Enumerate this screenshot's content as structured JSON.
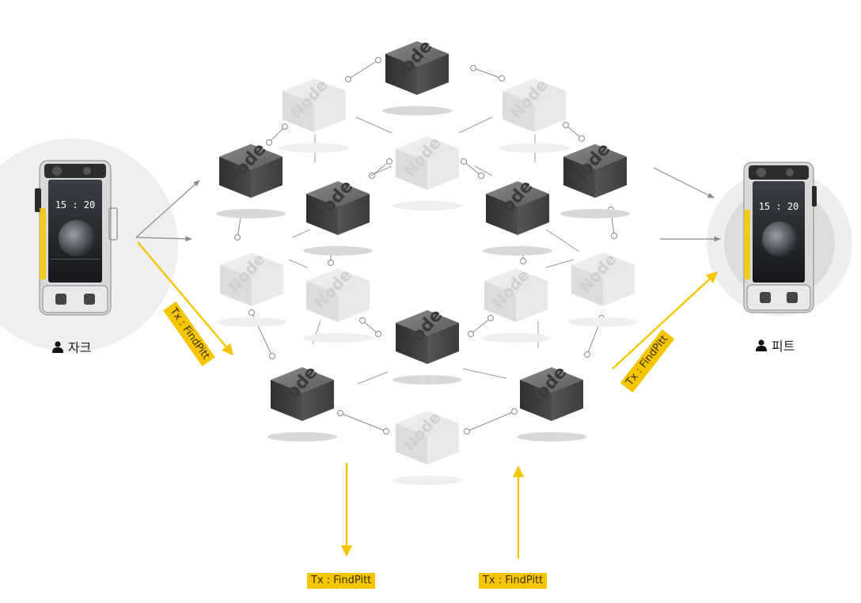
{
  "sender": {
    "name": "자크",
    "icon": "person-icon"
  },
  "receiver": {
    "name": "피트",
    "icon": "person-icon"
  },
  "phone": {
    "time": "15 : 20",
    "icon": "smartphone-icon"
  },
  "node_label": "Node",
  "tx_label": "Tx : FindPitt",
  "colors": {
    "accent": "#f5c600",
    "node_dark": "#555555",
    "node_light": "#e4e4e4",
    "edge": "#8a8a8a",
    "halo": "#eeeeee"
  }
}
